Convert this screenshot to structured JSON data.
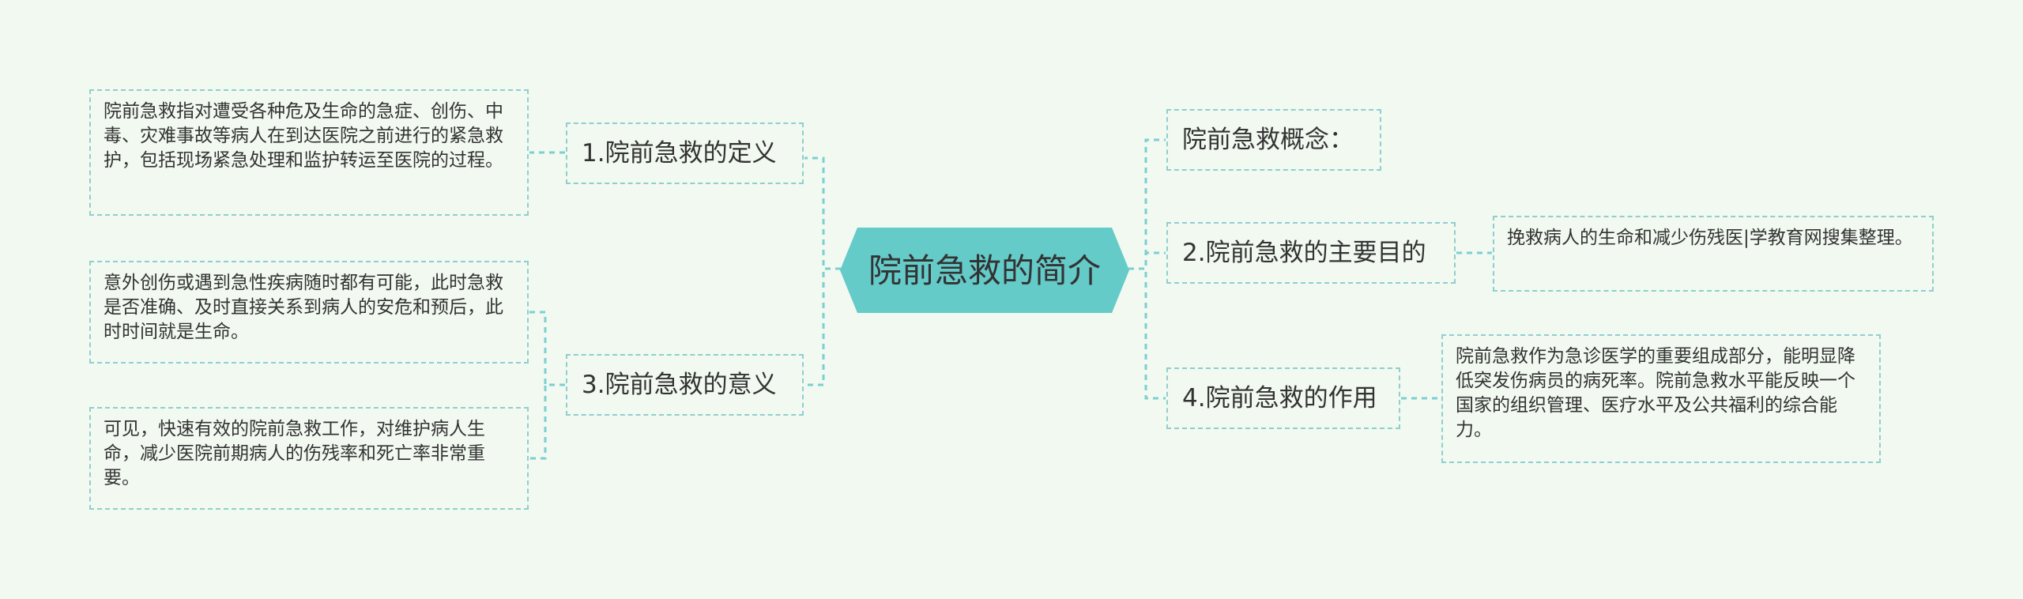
{
  "mindmap": {
    "root": "院前急救的简介",
    "branches": {
      "definition": {
        "label": "1.院前急救的定义",
        "detail": "院前急救指对遭受各种危及生命的急症、创伤、中毒、灾难事故等病人在到达医院之前进行的紧急救护，包括现场紧急处理和监护转运至医院的过程。"
      },
      "significance": {
        "label": "3.院前急救的意义",
        "details": [
          "意外创伤或遇到急性疾病随时都有可能，此时急救是否准确、及时直接关系到病人的安危和预后，此时时间就是生命。",
          "可见，快速有效的院前急救工作，对维护病人生命，减少医院前期病人的伤残率和死亡率非常重要。"
        ]
      },
      "concept": {
        "label": "院前急救概念："
      },
      "purpose": {
        "label": "2.院前急救的主要目的",
        "detail": "挽救病人的生命和减少伤残医|学教育网搜集整理。"
      },
      "role": {
        "label": "4.院前急救的作用",
        "detail": "院前急救作为急诊医学的重要组成部分，能明显降低突发伤病员的病死率。院前急救水平能反映一个国家的组织管理、医疗水平及公共福利的综合能力。"
      }
    }
  },
  "colors": {
    "background": "#f1f9f0",
    "center_fill": "#64cbc9",
    "line": "#7ccfd2",
    "border": "#8fcfd0",
    "text": "#333333"
  }
}
